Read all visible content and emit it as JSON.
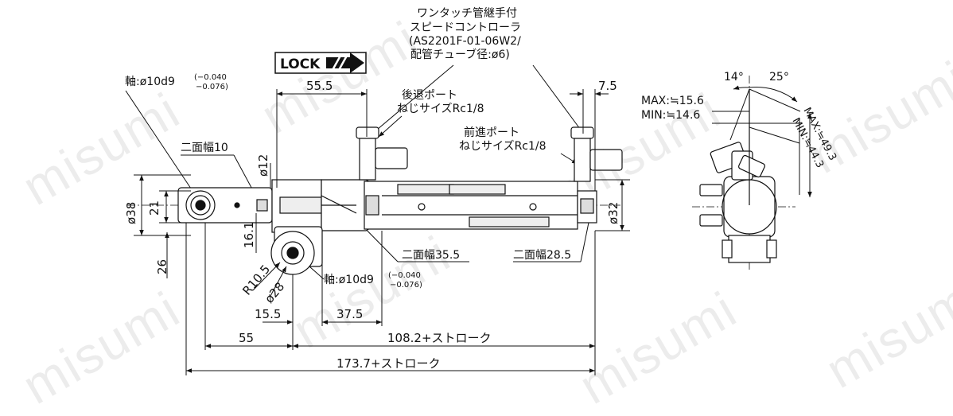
{
  "watermark": "misumi",
  "lock_badge": "LOCK",
  "callouts": {
    "fitting": [
      "ワンタッチ管継手付",
      "スピードコントローラ",
      "(AS2201F-01-06W2/",
      "配管チューブ径:ø6)"
    ],
    "retract_port": [
      "後退ポート",
      "ねじサイズRc1/8"
    ],
    "advance_port": [
      "前進ポート",
      "ねじサイズRc1/8"
    ],
    "shaft_top": "軸:ø10d9",
    "shaft_bottom": "軸:ø10d9",
    "tol_upper": "(−0.040",
    "tol_lower": "−0.076)",
    "flats_10": "二面幅10",
    "flats_35_5": "二面幅35.5",
    "flats_28_5": "二面幅28.5"
  },
  "dims": {
    "d55_5": "55.5",
    "d7_5": "7.5",
    "d12": "ø12",
    "d38": "ø38",
    "d21": "21",
    "d16_1": "16.1",
    "d26": "26",
    "dR10_5": "R10.5",
    "d28": "ø28",
    "d32": "ø32",
    "d15_5": "15.5",
    "d37_5": "37.5",
    "d55": "55",
    "d108_2": "108.2+ストローク",
    "d173_7": "173.7+ストローク"
  },
  "side_view": {
    "angle_14": "14°",
    "angle_25": "25°",
    "max_left": "MAX:≒15.6",
    "min_left": "MIN:≒14.6",
    "max_right": "MAX:≒49.3",
    "min_right": "MIN:≒44.3"
  }
}
